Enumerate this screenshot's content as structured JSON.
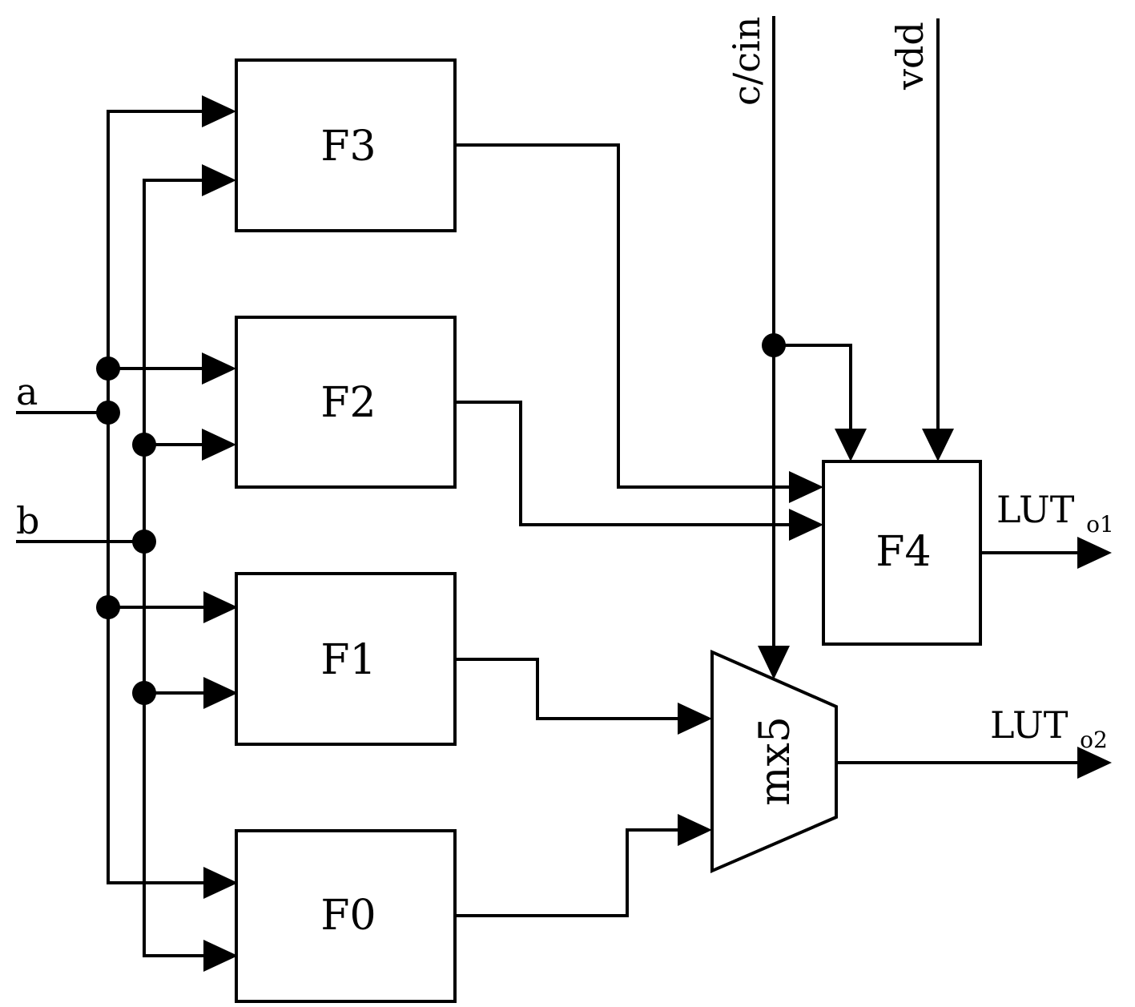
{
  "diagram": {
    "blocks": {
      "f3": "F3",
      "f2": "F2",
      "f1": "F1",
      "f0": "F0",
      "f4": "F4",
      "mux": "mx5"
    },
    "inputs": {
      "a": "a",
      "b": "b",
      "c_cin": "c/cin",
      "vdd": "vdd"
    },
    "outputs": {
      "o1": {
        "main": "LUT",
        "sub": "o1"
      },
      "o2": {
        "main": "LUT",
        "sub": "o2"
      }
    }
  }
}
